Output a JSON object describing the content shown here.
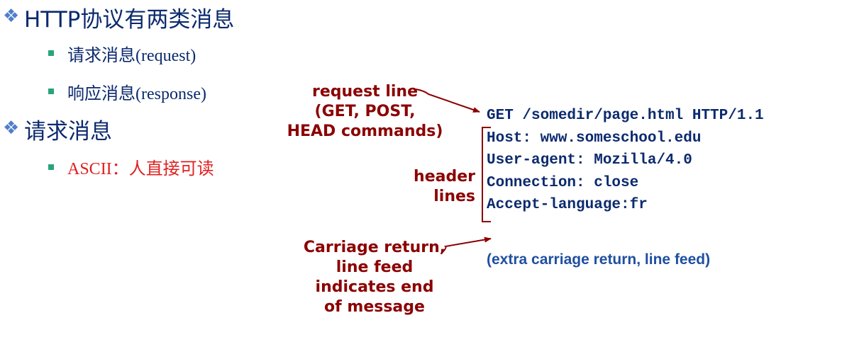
{
  "heading1": {
    "text": "HTTP协议有两类消息",
    "bullet_icon": "diamond-icon"
  },
  "heading1_items": [
    {
      "text": "请求消息(request)"
    },
    {
      "text": "响应消息(response)"
    }
  ],
  "heading2": {
    "text": "请求消息",
    "bullet_icon": "diamond-icon"
  },
  "heading2_items": [
    {
      "text": "ASCII：人直接可读"
    }
  ],
  "annotations": {
    "request_line": [
      "request line",
      "(GET, POST,",
      "HEAD commands)"
    ],
    "header_lines": [
      "header",
      "lines"
    ],
    "crlf": [
      "Carriage return,",
      "line feed",
      "indicates end",
      "of message"
    ]
  },
  "request_message": {
    "lines": [
      "GET /somedir/page.html HTTP/1.1",
      "Host: www.someschool.edu",
      "User-agent: Mozilla/4.0",
      "Connection: close",
      "Accept-language:fr"
    ],
    "extra_line": "(extra carriage return, line feed)"
  },
  "colors": {
    "heading": "#0b2a6e",
    "annotation": "#8b0000",
    "bullet": "#2aa37c",
    "accent_red": "#e02020",
    "diamond": "#4f7fc9"
  }
}
